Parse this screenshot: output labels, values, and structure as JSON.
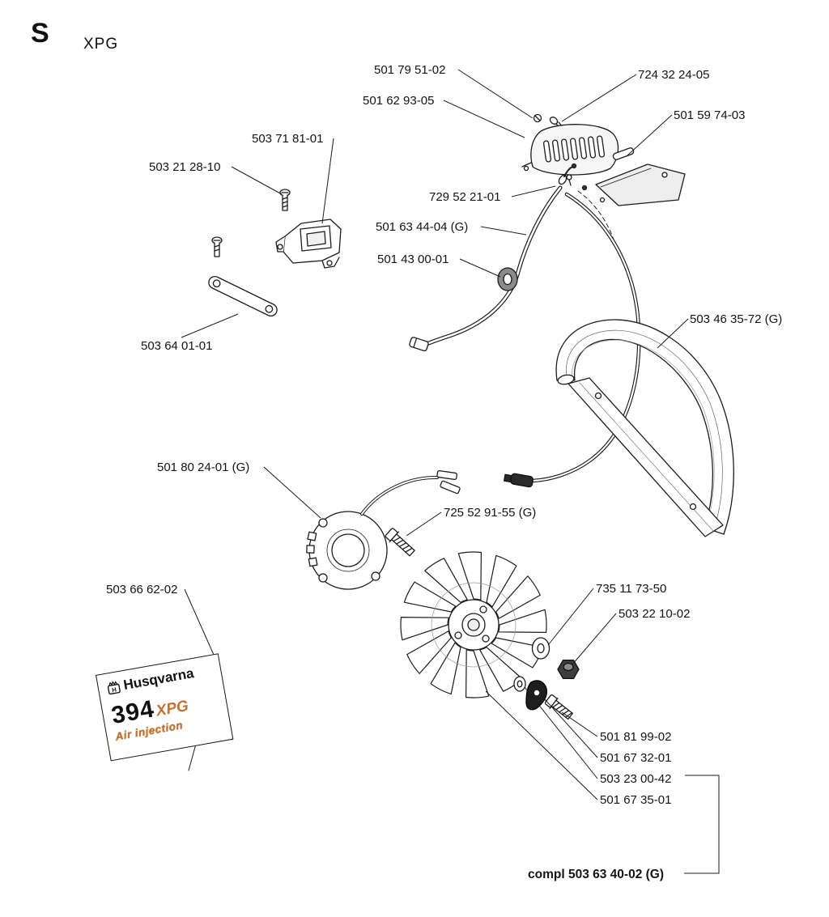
{
  "page": {
    "section_letter": "S",
    "section_title": "XPG"
  },
  "colors": {
    "ink": "#1c1c1c",
    "decal_accent": "#c4722e"
  },
  "part_labels": [
    {
      "text": "501 79 51-02"
    },
    {
      "text": "724 32 24-05"
    },
    {
      "text": "501 62 93-05"
    },
    {
      "text": "501 59 74-03"
    },
    {
      "text": "503 71 81-01"
    },
    {
      "text": "503 21 28-10"
    },
    {
      "text": "729 52 21-01"
    },
    {
      "text": "501 63 44-04 (G)"
    },
    {
      "text": "501 43 00-01"
    },
    {
      "text": "503 46 35-72 (G)"
    },
    {
      "text": "503 64 01-01"
    },
    {
      "text": "501 80 24-01 (G)"
    },
    {
      "text": "725 52 91-55 (G)"
    },
    {
      "text": "503 66 62-02"
    },
    {
      "text": "735 11 73-50"
    },
    {
      "text": "503 22 10-02"
    },
    {
      "text": "501 81 99-02"
    },
    {
      "text": "501 67 32-01"
    },
    {
      "text": "503 23 00-42"
    },
    {
      "text": "501 67 35-01"
    }
  ],
  "assembly_label": {
    "text": "compl 503 63 40-02 (G)"
  },
  "decal": {
    "brand": "Husqvarna",
    "model_number": "394",
    "model_suffix": "XPG",
    "tagline": "Air injection"
  }
}
